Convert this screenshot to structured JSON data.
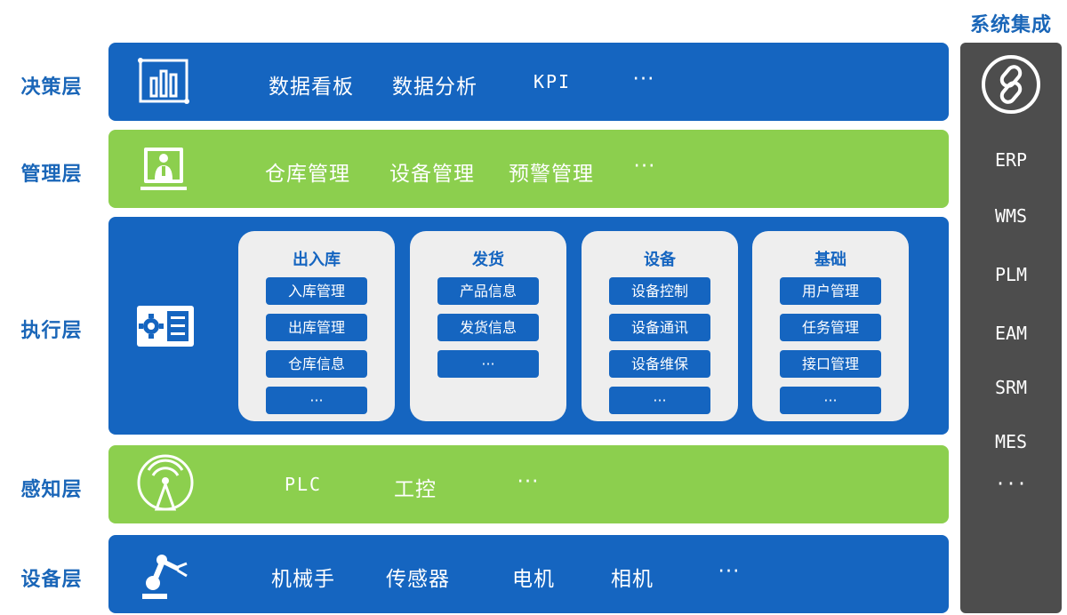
{
  "layers": {
    "decision": {
      "label": "决策层",
      "items": [
        "数据看板",
        "数据分析",
        "KPI",
        "···"
      ]
    },
    "management": {
      "label": "管理层",
      "items": [
        "仓库管理",
        "设备管理",
        "预警管理",
        "···"
      ]
    },
    "execution": {
      "label": "执行层",
      "groups": [
        {
          "title": "出入库",
          "items": [
            "入库管理",
            "出库管理",
            "仓库信息",
            "···"
          ]
        },
        {
          "title": "发货",
          "items": [
            "产品信息",
            "发货信息",
            "···"
          ]
        },
        {
          "title": "设备",
          "items": [
            "设备控制",
            "设备通讯",
            "设备维保",
            "···"
          ]
        },
        {
          "title": "基础",
          "items": [
            "用户管理",
            "任务管理",
            "接口管理",
            "···"
          ]
        }
      ]
    },
    "perception": {
      "label": "感知层",
      "items": [
        "PLC",
        "工控",
        "···"
      ]
    },
    "equipment": {
      "label": "设备层",
      "items": [
        "机械手",
        "传感器",
        "电机",
        "相机",
        "···"
      ]
    }
  },
  "integration": {
    "title": "系统集成",
    "systems": [
      "ERP",
      "WMS",
      "PLM",
      "EAM",
      "SRM",
      "MES",
      "···"
    ]
  },
  "colors": {
    "blue": "#1565c0",
    "green": "#8ccf4e",
    "sidebar": "#4d4d4d",
    "label": "#1a66b8",
    "chip_bg": "#eeeeee"
  },
  "icons": {
    "decision": "bar-chart-icon",
    "management": "presenter-icon",
    "execution": "settings-panel-icon",
    "perception": "signal-tower-icon",
    "equipment": "robot-arm-icon",
    "integration": "link-icon"
  }
}
